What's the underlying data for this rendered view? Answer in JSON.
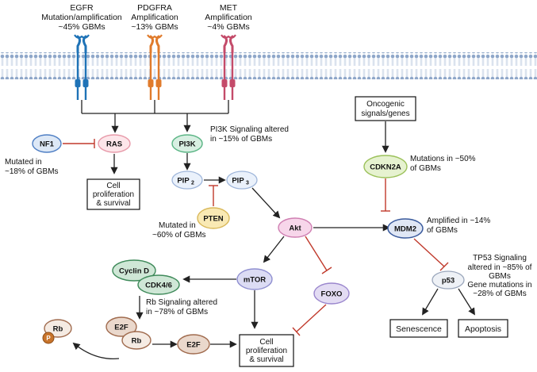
{
  "receptors": {
    "egfr": {
      "name": "EGFR",
      "line2": "Mutation/amplification",
      "line3": "~45% GBMs",
      "color": "#1f73b7"
    },
    "pdgfra": {
      "name": "PDGFRA",
      "line2": "Amplification",
      "line3": "~13% GBMs",
      "color": "#e07b2c"
    },
    "met": {
      "name": "MET",
      "line2": "Amplification",
      "line3": "~4% GBMs",
      "color": "#c44b6a"
    }
  },
  "nodes": {
    "nf1": "NF1",
    "ras": "RAS",
    "pi3k": "PI3K",
    "pip2_base": "PIP",
    "pip2_sub": "2",
    "pip3_base": "PIP",
    "pip3_sub": "3",
    "pten": "PTEN",
    "akt": "Akt",
    "mtor": "mTOR",
    "foxo": "FOXO",
    "cyclin_d": "Cyclin D",
    "cdk46": "CDK4/6",
    "e2f_rb": "E2F",
    "rb_bound": "Rb",
    "rb_free": "Rb",
    "p": "P",
    "e2f_free": "E2F",
    "cdkn2a": "CDKN2A",
    "mdm2": "MDM2",
    "p53": "p53"
  },
  "boxes": {
    "cell_prolif_1": [
      "Cell",
      "proliferation",
      "& survival"
    ],
    "cell_prolif_2": [
      "Cell",
      "proliferation",
      "& survival"
    ],
    "oncogenic": [
      "Oncogenic",
      "signals/genes"
    ],
    "senescence": "Senescence",
    "apoptosis": "Apoptosis"
  },
  "annotations": {
    "nf1_mut": [
      "Mutated in",
      "~18% of GBMs"
    ],
    "pi3k_sig": [
      "PI3K Signaling altered",
      "in ~15% of GBMs"
    ],
    "pten_mut": [
      "Mutated in",
      "~60% of GBMs"
    ],
    "cdkn2a_mut": [
      "Mutations in ~50%",
      "of GBMs"
    ],
    "mdm2_amp": [
      "Amplified in ~14%",
      "of GBMs"
    ],
    "rb_sig": [
      "Rb Signaling altered",
      "in ~78% of GBMs"
    ],
    "tp53_sig": [
      "TP53 Signaling",
      "altered in ~85% of",
      "GBMs",
      "Gene mutations in",
      "~28% of GBMs"
    ]
  },
  "colors": {
    "membrane": "#8fa7c9",
    "inhibit": "#c0392b",
    "arrow": "#222222"
  }
}
